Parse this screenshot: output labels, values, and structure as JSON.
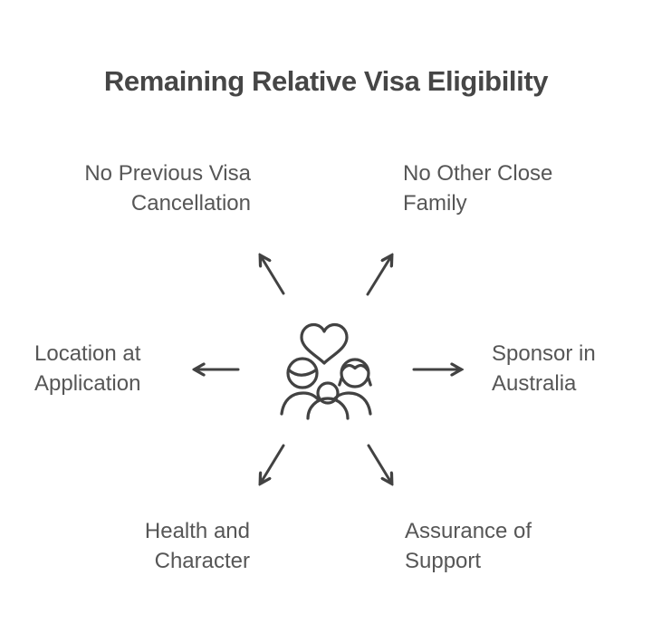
{
  "title": "Remaining Relative Visa Eligibility",
  "colors": {
    "background": "#ffffff",
    "title": "#464646",
    "label": "#565656",
    "stroke": "#424242"
  },
  "center_icon": "family-heart-icon",
  "nodes": [
    {
      "id": "no-previous-visa-cancellation",
      "position": "top-left",
      "lines": [
        "No Previous Visa",
        "Cancellation"
      ]
    },
    {
      "id": "no-other-close-family",
      "position": "top-right",
      "lines": [
        "No Other Close",
        "Family"
      ]
    },
    {
      "id": "location-at-application",
      "position": "middle-left",
      "lines": [
        "Location at",
        "Application"
      ]
    },
    {
      "id": "sponsor-in-australia",
      "position": "middle-right",
      "lines": [
        "Sponsor in",
        "Australia"
      ]
    },
    {
      "id": "health-and-character",
      "position": "bottom-left",
      "lines": [
        "Health and",
        "Character"
      ]
    },
    {
      "id": "assurance-of-support",
      "position": "bottom-right",
      "lines": [
        "Assurance of",
        "Support"
      ]
    }
  ]
}
